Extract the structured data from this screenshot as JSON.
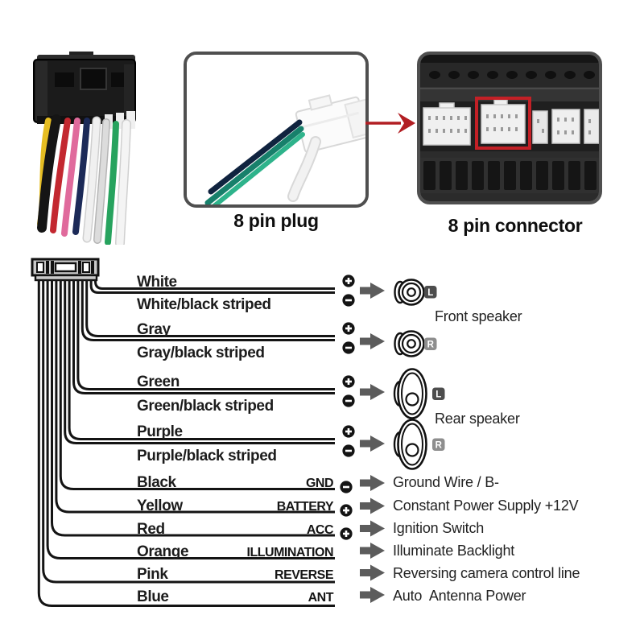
{
  "header": {
    "plug_label": "8 pin plug",
    "connector_label": "8 pin connector"
  },
  "wiring": {
    "front_speaker_label": "Front speaker",
    "rear_speaker_label": "Rear speaker",
    "pairs": [
      {
        "plus_wire": "White",
        "minus_wire": "White/black striped",
        "channel": "L",
        "group": "Front speaker"
      },
      {
        "plus_wire": "Gray",
        "minus_wire": "Gray/black striped",
        "channel": "R",
        "group": "Front speaker"
      },
      {
        "plus_wire": "Green",
        "minus_wire": "Green/black striped",
        "channel": "L",
        "group": "Rear speaker"
      },
      {
        "plus_wire": "Purple",
        "minus_wire": "Purple/black striped",
        "channel": "R",
        "group": "Rear speaker"
      }
    ],
    "singles": [
      {
        "color": "Black",
        "terminal": "GND",
        "polarity": "minus",
        "function": "Ground Wire / B-"
      },
      {
        "color": "Yellow",
        "terminal": "BATTERY",
        "polarity": "plus",
        "function": "Constant Power Supply +12V"
      },
      {
        "color": "Red",
        "terminal": "ACC",
        "polarity": "plus",
        "function": "Ignition Switch"
      },
      {
        "color": "Orange",
        "terminal": "ILLUMINATION",
        "polarity": "none",
        "function": "Illuminate Backlight"
      },
      {
        "color": "Pink",
        "terminal": "REVERSE",
        "polarity": "none",
        "function": "Reversing camera control line"
      },
      {
        "color": "Blue",
        "terminal": "ANT",
        "polarity": "none",
        "function": "Auto  Antenna Power"
      }
    ]
  },
  "colors": {
    "accent_red": "#b21e23",
    "line_black": "#141414",
    "arrow_gray": "#5c5c5c",
    "badge_dark": "#4d4d4d",
    "badge_light": "#8e8e8e",
    "highlight_box_red": "#c32026"
  }
}
